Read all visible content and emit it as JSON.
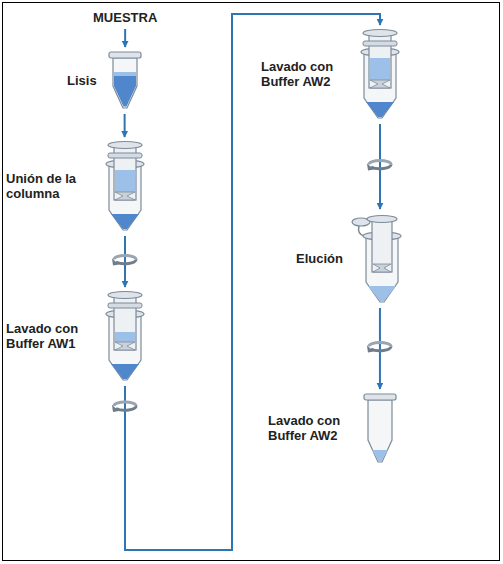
{
  "diagram": {
    "nodes": [
      {
        "text": [
          "MUESTRA"
        ]
      },
      {
        "text": [
          "Lisis"
        ]
      },
      {
        "text": [
          "Unión de la columna"
        ]
      },
      {
        "text": [
          "Lavado con Buffer AW1"
        ]
      },
      {
        "text": [
          "Lavado con Buffer AW2"
        ]
      },
      {
        "text": [
          "Elución"
        ]
      },
      {
        "text": [
          "Lavado con Buffer AW2"
        ]
      }
    ],
    "edges": [
      {
        "from": 0,
        "to": 1,
        "arrow": "to"
      },
      {
        "from": 1,
        "to": 2,
        "arrow": "to"
      },
      {
        "from": 2,
        "to": 3,
        "arrow": "to"
      },
      {
        "from": 3,
        "to": 4,
        "arrow": "to"
      },
      {
        "from": 4,
        "to": 5,
        "arrow": "to"
      },
      {
        "from": 5,
        "to": 6,
        "arrow": "to"
      }
    ]
  }
}
